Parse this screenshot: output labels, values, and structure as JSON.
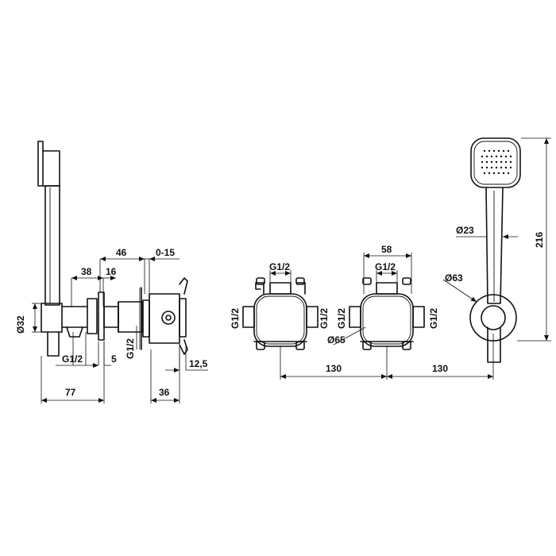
{
  "side_view": {
    "dims": {
      "d46": "46",
      "d0_15": "0-15",
      "d38": "38",
      "d16": "16",
      "d32": "Ø32",
      "g12_a": "G1/2",
      "g12_b": "G1/2",
      "d5": "5",
      "d12_5": "12,5",
      "d77": "77",
      "d36": "36"
    }
  },
  "front_view": {
    "dims": {
      "d58": "58",
      "g12_top_left": "G1/2",
      "g12_top_right": "G1/2",
      "g12_left_a": "G1/2",
      "g12_left_b": "G1/2",
      "g12_right_a": "G1/2",
      "g12_right_b": "G1/2",
      "d65": "Ø65",
      "d130_a": "130",
      "d130_b": "130"
    }
  },
  "hand_shower": {
    "dims": {
      "d23": "Ø23",
      "d63": "Ø63",
      "d216": "216"
    }
  }
}
